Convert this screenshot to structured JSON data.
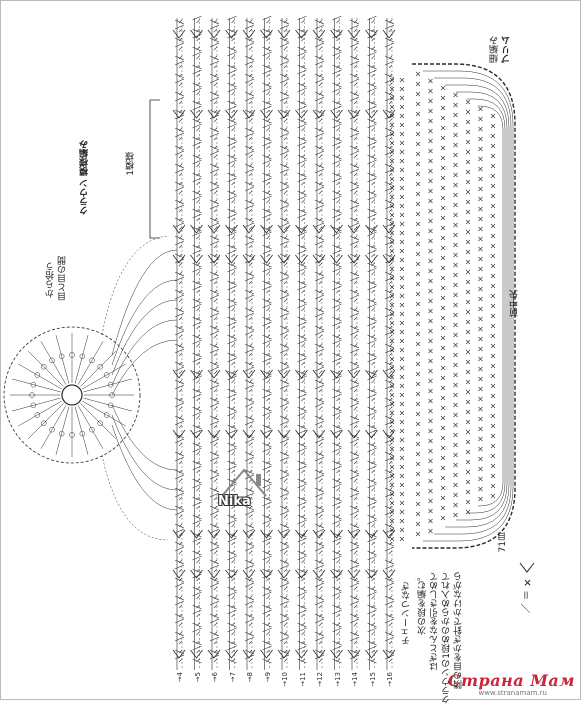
{
  "labels": {
    "brim": "ブリム",
    "brim_sub": "細編み",
    "crown": "クラウン 模様編み",
    "pattern1": "1模様",
    "start": "目と目の間",
    "start_sub": "から拾う",
    "center_front": "前中央",
    "rows71": "71目",
    "chain_join": "チェーンつなぎ",
    "note_line1": "隣の目をかぎ針でかけながら",
    "note_line2": "クラウンの1段めのからめ入れて",
    "note_line3": "はぎとんなを引きしめて",
    "note_line4": "次の段を編む。"
  },
  "row_numbers": [
    "16",
    "15",
    "14",
    "13",
    "12",
    "11",
    "10",
    "9",
    "8",
    "7",
    "6",
    "5",
    "4"
  ],
  "legend_symbol": "＼ ＝ ✕",
  "watermark": {
    "nika": "Nika",
    "site": "Страна Мам",
    "url": "www.stranamam.ru"
  },
  "colors": {
    "line": "#2a2a2a",
    "watermark_red": "#c8263a"
  }
}
